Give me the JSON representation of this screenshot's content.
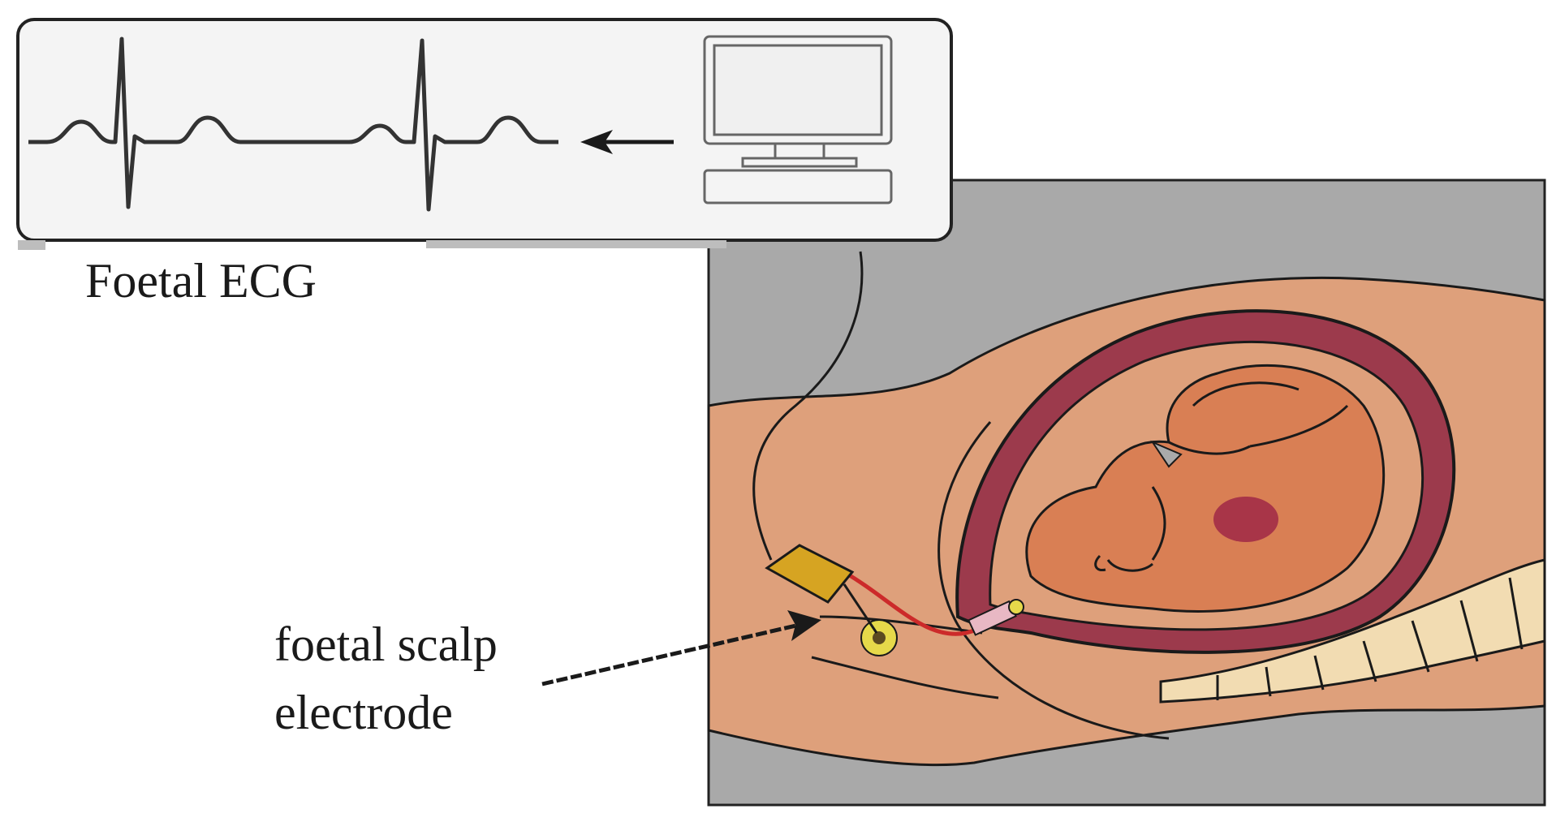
{
  "labels": {
    "foetal_ecg": "Foetal ECG",
    "scalp_line1": "foetal scalp",
    "scalp_line2": "electrode"
  },
  "colors": {
    "background": "#ffffff",
    "panel_gray": "#a9a9a9",
    "skin": "#dea07b",
    "uterus_wall": "#9c3a4c",
    "foetus": "#d97f54",
    "spine": "#f2dcb2",
    "electrode_box": "#d6a422",
    "lead_wire": "#cc2a2a",
    "ecg_trace": "#333333"
  },
  "icons": {
    "monitor": "computer-monitor-icon",
    "arrow": "left-arrow-icon"
  }
}
